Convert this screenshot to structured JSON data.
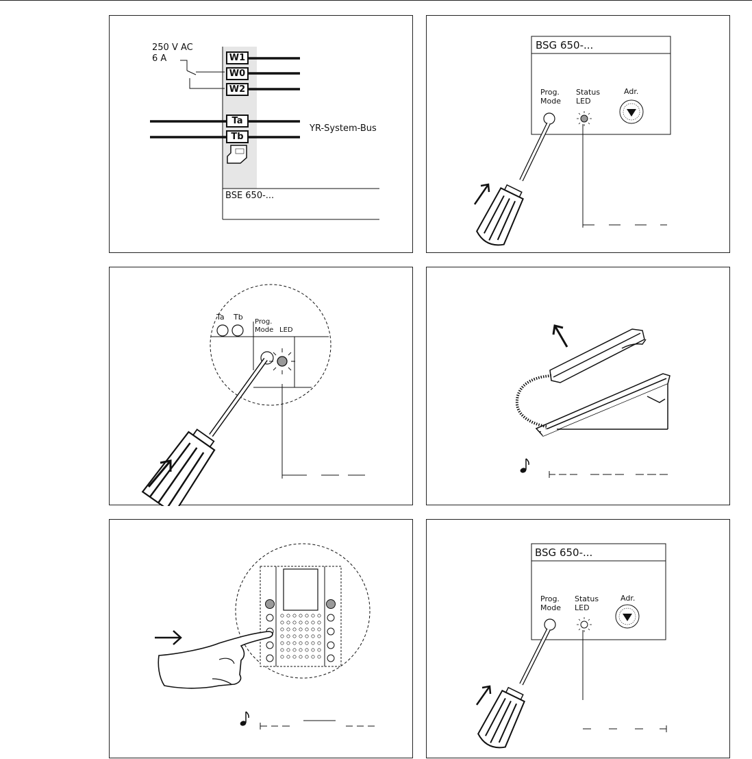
{
  "panel1": {
    "supply_line1": "250 V AC",
    "supply_line2": "6 A",
    "terminals": [
      "W1",
      "W0",
      "W2",
      "Ta",
      "Tb"
    ],
    "bus_label": "YR-System-Bus",
    "device_label": "BSE 650-..."
  },
  "panel2": {
    "device_title": "BSG 650-...",
    "prog_label1": "Prog.",
    "prog_label2": "Mode",
    "status_label1": "Status",
    "status_label2": "LED",
    "adr_label": "Adr."
  },
  "panel3": {
    "ta_label": "Ta",
    "tb_label": "Tb",
    "prog_label1": "Prog.",
    "prog_label2": "Mode",
    "led_label": "LED"
  },
  "panel6": {
    "device_title": "BSG 650-...",
    "prog_label1": "Prog.",
    "prog_label2": "Mode",
    "status_label1": "Status",
    "status_label2": "LED",
    "adr_label": "Adr."
  },
  "icons": [
    "arrow-icon",
    "screwdriver-icon",
    "led-icon",
    "address-dial-icon",
    "music-note-icon",
    "handset-icon",
    "finger-icon",
    "rj-connector-icon"
  ],
  "colors": {
    "line": "#111111",
    "led_fill": "#9a9a9a",
    "grey_band": "#e6e6e6"
  }
}
